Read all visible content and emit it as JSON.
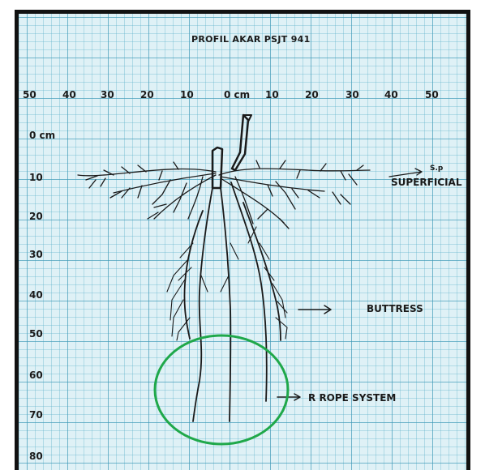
{
  "diagram": {
    "title": "PROFIL AKAR PSJT 941",
    "x_ticks": [
      "50",
      "40",
      "30",
      "20",
      "10",
      "0 cm",
      "10",
      "20",
      "30",
      "40",
      "50"
    ],
    "y_ticks": [
      "0 cm",
      "10",
      "20",
      "30",
      "40",
      "50",
      "60",
      "70",
      "80"
    ],
    "annotations": {
      "superficial_abbrev": "S.p",
      "superficial": "SUPERFICIAL",
      "buttress": "BUTTRESS",
      "rope_abbrev": "R",
      "rope_system": "ROPE SYSTEM"
    },
    "colors": {
      "grid_background": "#dff1f6",
      "grid_line": "#3a96b4",
      "ink": "#1a1a1a",
      "highlight_circle": "#1fa84a"
    }
  }
}
